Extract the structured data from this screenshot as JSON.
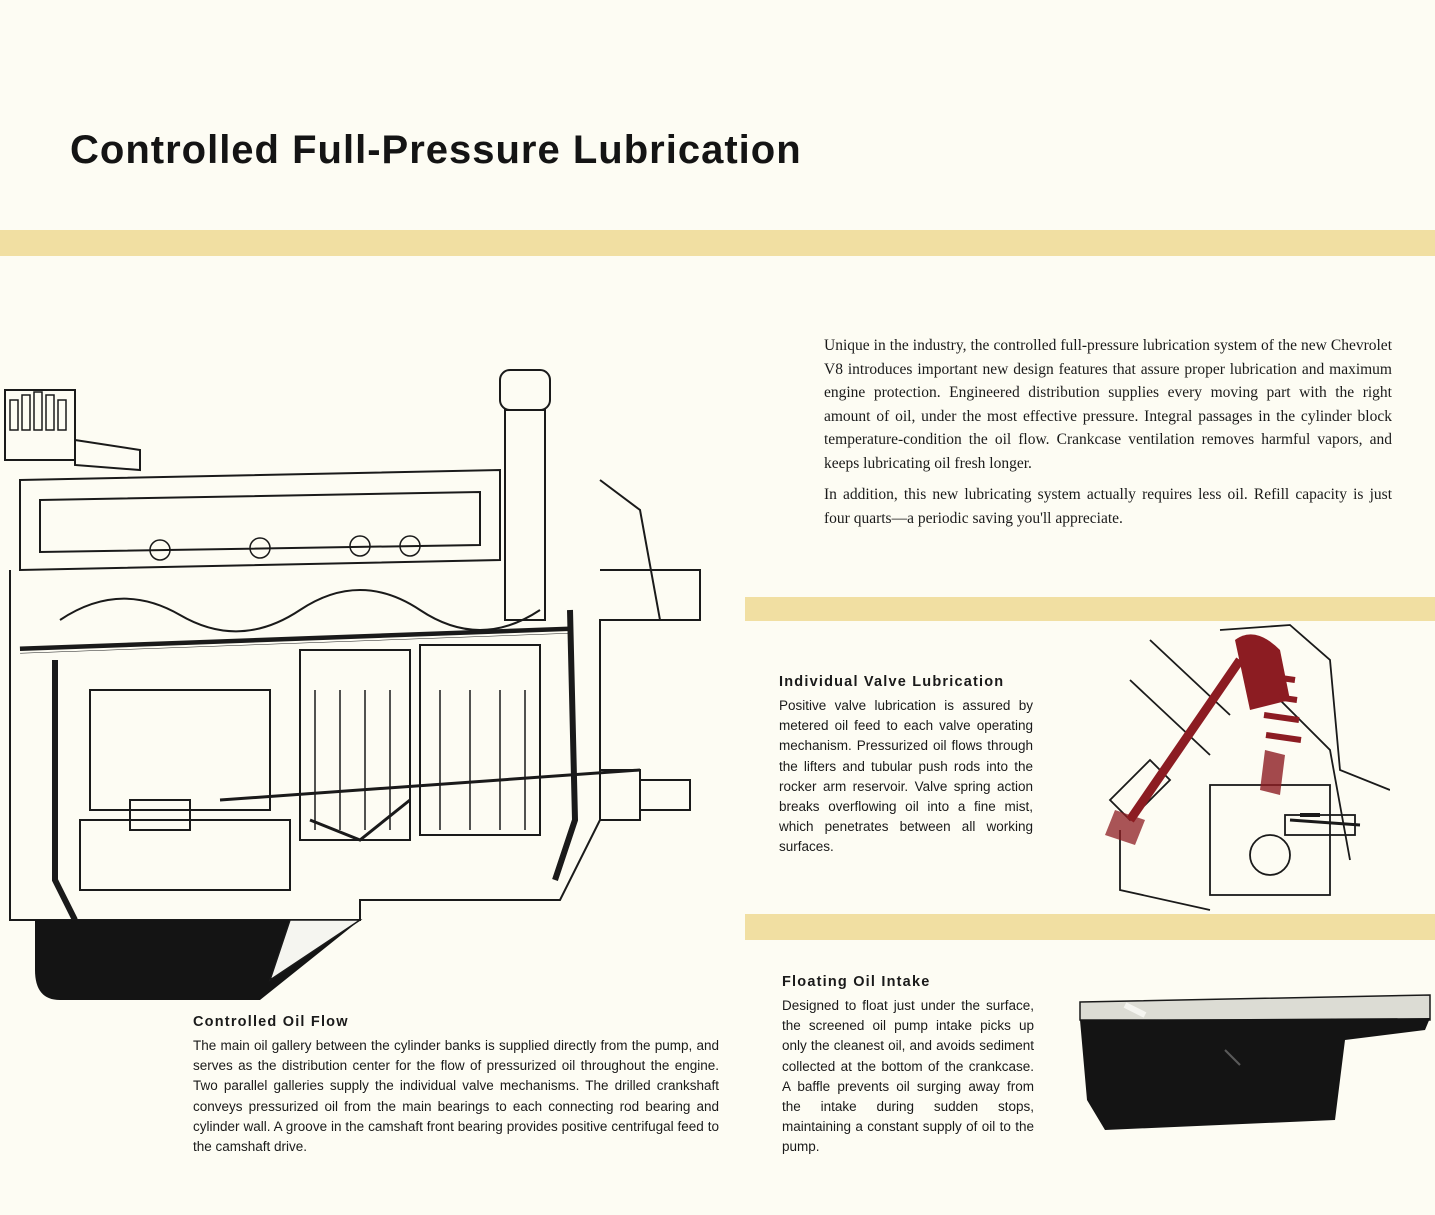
{
  "title": "Controlled Full-Pressure Lubrication",
  "intro": {
    "p1": "Unique in the industry, the controlled full-pressure lubrication system of the new Chevrolet V8 introduces important new design features that assure proper lubrication and maximum engine protection. Engineered distribution supplies every moving part with the right amount of oil, under the most effective pressure. Integral passages in the cylinder block temperature-condition the oil flow. Crankcase ventilation removes harmful vapors, and keeps lubricating oil fresh longer.",
    "p2": "In addition, this new lubricating system actually requires less oil. Refill capacity is just four quarts—a periodic saving you'll appreciate."
  },
  "valve_section": {
    "heading": "Individual Valve Lubrication",
    "body": "Positive valve lubrication is assured by metered oil feed to each valve operating mechanism. Pressurized oil flows through the lifters and tubular push rods into the rocker arm reservoir. Valve spring action breaks overflowing oil into a fine mist, which penetrates between all working surfaces."
  },
  "float_section": {
    "heading": "Floating Oil Intake",
    "body": "Designed to float just under the surface, the screened oil pump intake picks up only the cleanest oil, and avoids sediment collected at the bottom of the crankcase. A baffle prevents oil surging away from the intake during sudden stops, maintaining a constant supply of oil to the pump."
  },
  "oilflow_section": {
    "heading": "Controlled Oil Flow",
    "body": "The main oil gallery between the cylinder banks is supplied directly from the pump, and serves as the distribution center for the flow of pressurized oil throughout the engine. Two parallel galleries supply the individual valve mechanisms. The drilled crankshaft conveys pressurized oil from the main bearings to each connecting rod bearing and cylinder wall. A groove in the camshaft front bearing provides positive centrifugal feed to the camshaft drive."
  },
  "colors": {
    "page_background": "#fdfcf3",
    "accent_band": "#f1dfa2",
    "oil_red": "#8c1c22",
    "ink": "#1a1a1a"
  }
}
